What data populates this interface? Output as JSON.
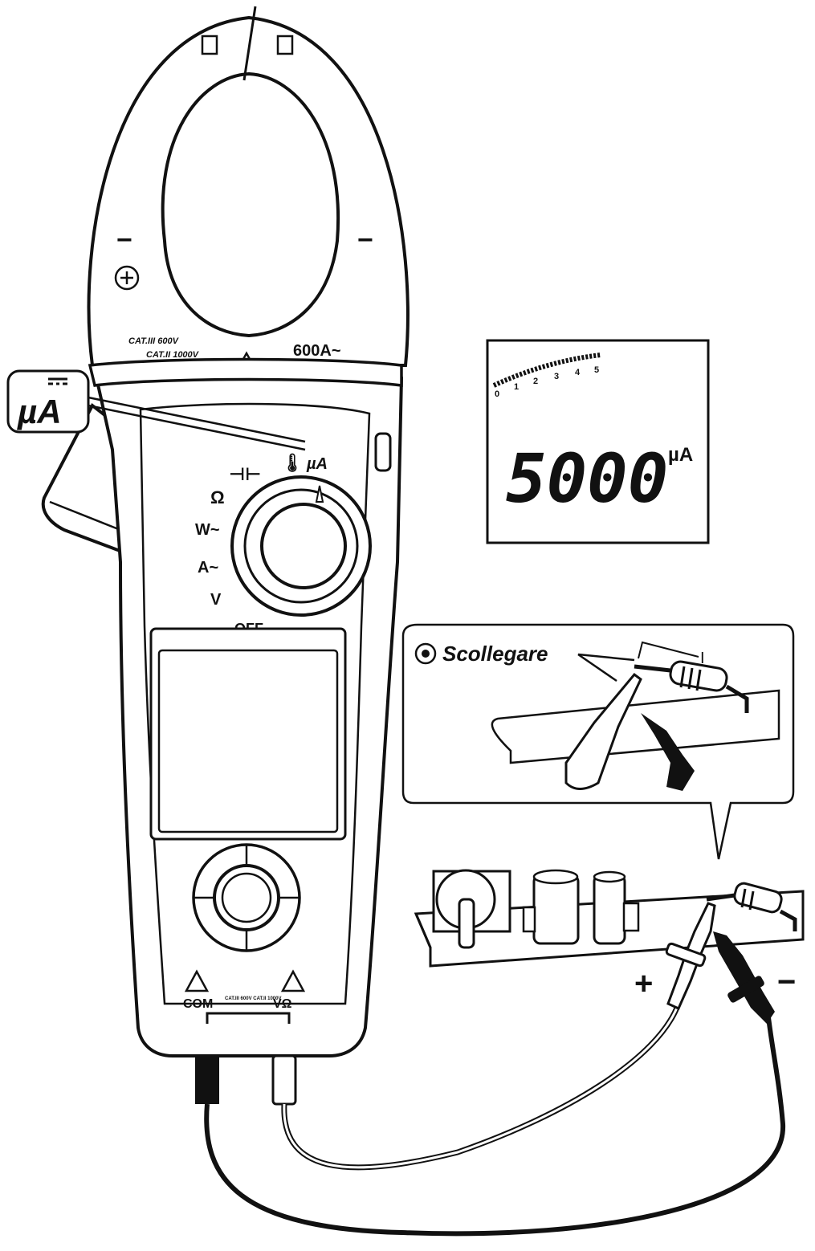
{
  "clamp": {
    "range_label": "600A~",
    "cat_iii": "CAT.III 600V",
    "cat_ii": "CAT.II 1000V",
    "minus_left": "−",
    "minus_right": "−"
  },
  "callout_symbol": "µA",
  "dial": {
    "ohm": "Ω",
    "w": "W~",
    "a": "A~",
    "v": "V",
    "off": "OFF",
    "ua": "µA"
  },
  "jacks": {
    "com": "COM",
    "cat": "CAT.III 600V CAT.II 1000V",
    "vohm": "VΩ"
  },
  "lcd": {
    "reading": "5000",
    "unit": "µA",
    "scale_ticks": [
      "0",
      "1",
      "2",
      "3",
      "4",
      "5"
    ]
  },
  "inset": {
    "label": "Scollegare",
    "current_symbol": "I"
  },
  "polarity": {
    "plus": "+",
    "minus": "−"
  }
}
